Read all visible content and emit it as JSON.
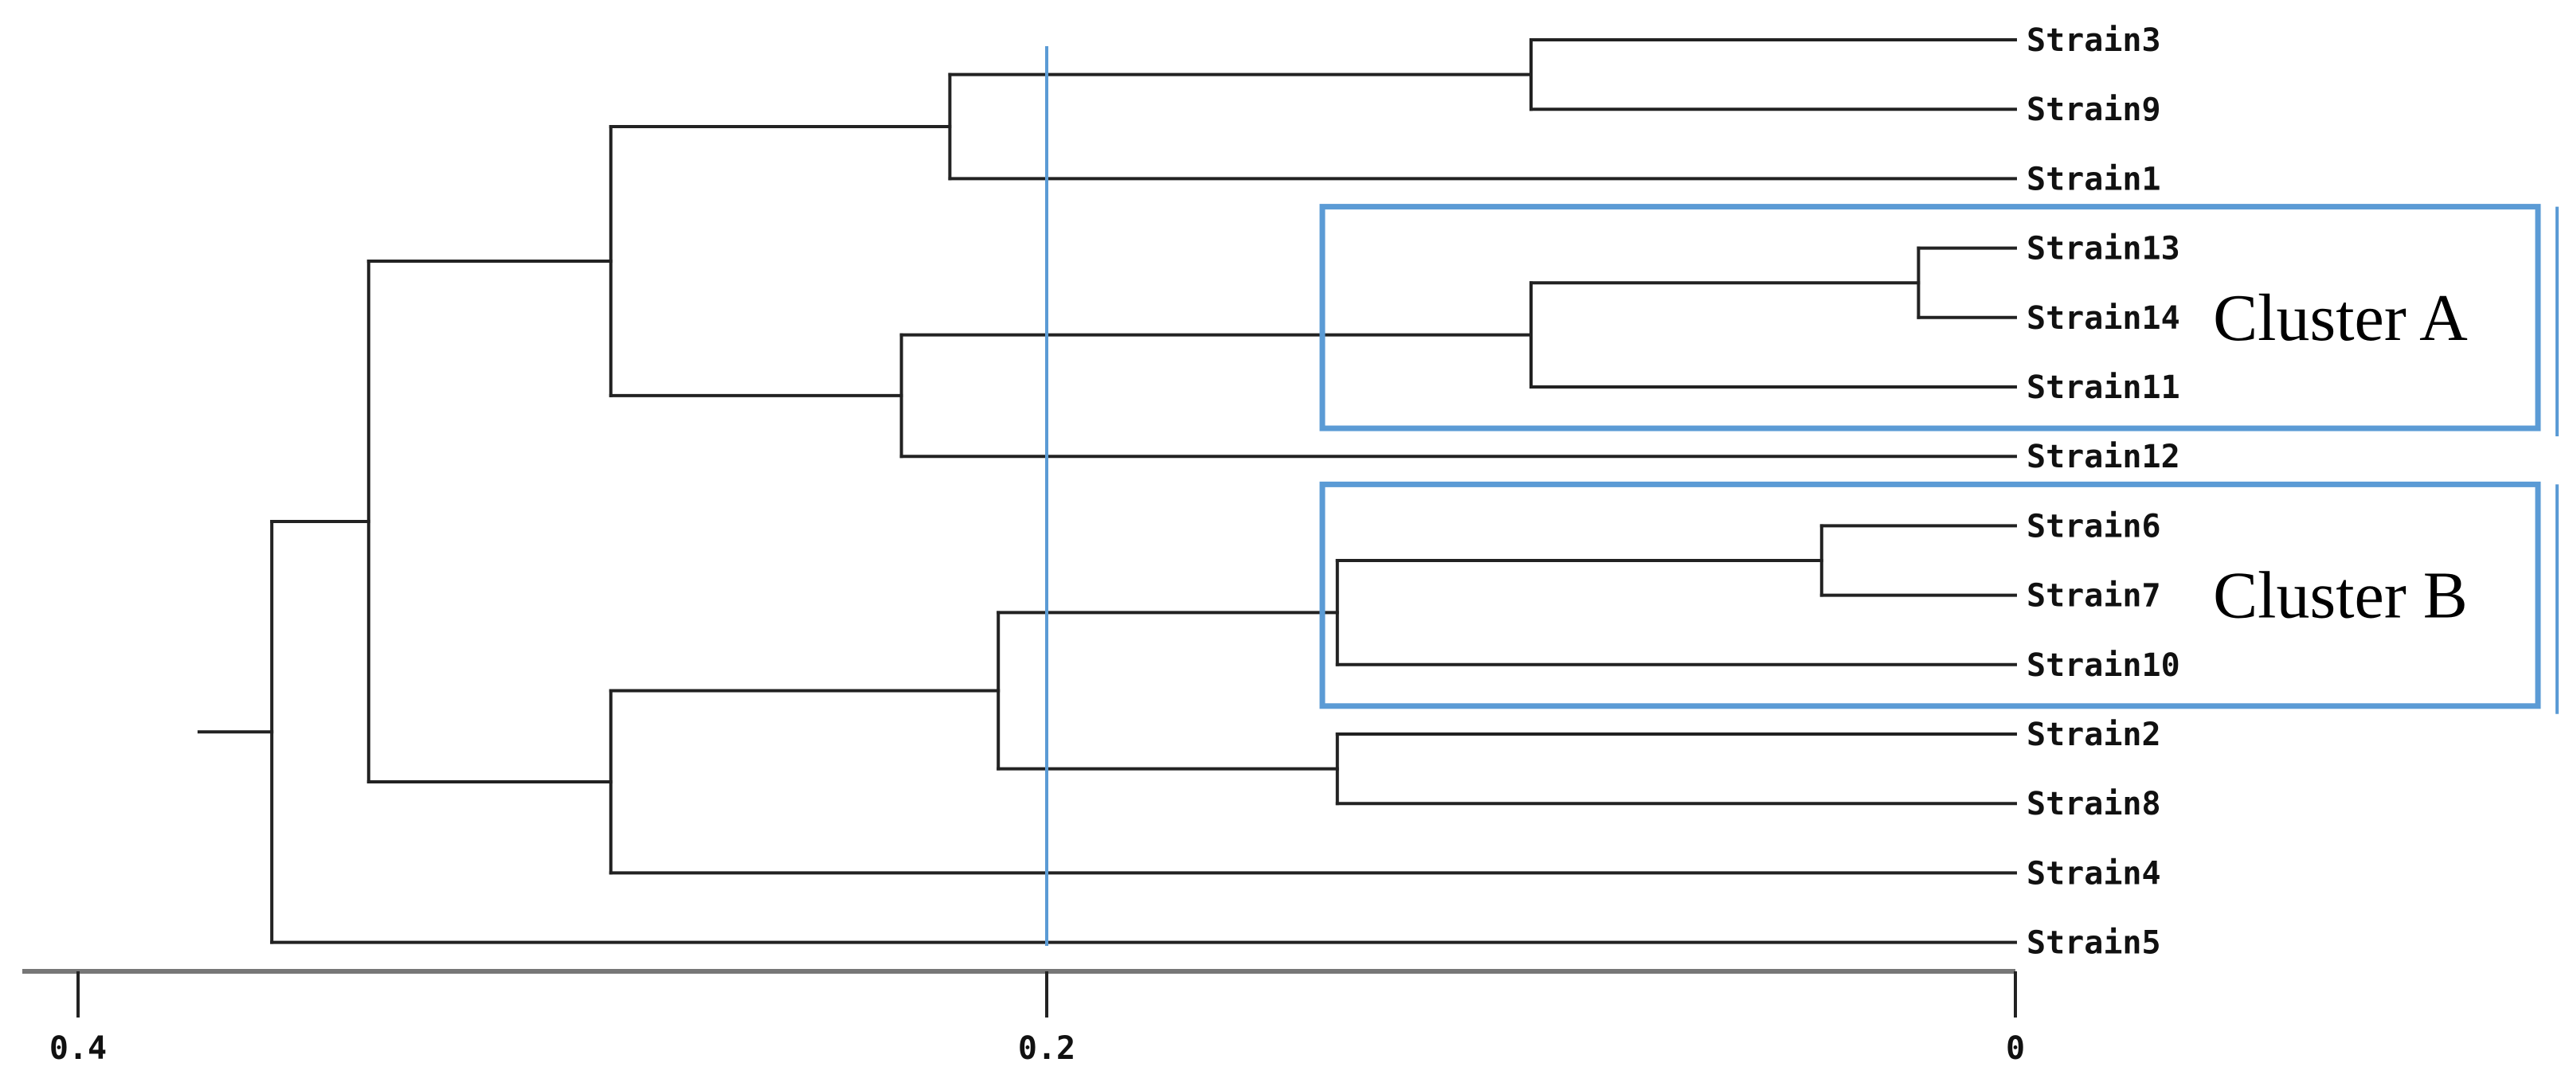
{
  "chart_data": {
    "type": "dendrogram",
    "orientation": "leaves-right",
    "leaves": [
      "Strain3",
      "Strain9",
      "Strain1",
      "Strain13",
      "Strain14",
      "Strain11",
      "Strain12",
      "Strain6",
      "Strain7",
      "Strain10",
      "Strain2",
      "Strain8",
      "Strain4",
      "Strain5"
    ],
    "merges": [
      {
        "id": "n_13_14",
        "children": [
          "Strain13",
          "Strain14"
        ],
        "height": 0.02
      },
      {
        "id": "n_6_7",
        "children": [
          "Strain6",
          "Strain7"
        ],
        "height": 0.04
      },
      {
        "id": "n_3_9",
        "children": [
          "Strain3",
          "Strain9"
        ],
        "height": 0.1
      },
      {
        "id": "n_13_14_11",
        "children": [
          "n_13_14",
          "Strain11"
        ],
        "height": 0.1
      },
      {
        "id": "n_6_7_10",
        "children": [
          "n_6_7",
          "Strain10"
        ],
        "height": 0.14
      },
      {
        "id": "n_2_8",
        "children": [
          "Strain2",
          "Strain8"
        ],
        "height": 0.14
      },
      {
        "id": "n_A_1",
        "children": [
          "n_3_9",
          "Strain1"
        ],
        "height": 0.22
      },
      {
        "id": "n_A_12",
        "children": [
          "n_13_14_11",
          "Strain12"
        ],
        "height": 0.23
      },
      {
        "id": "n_B_2_8",
        "children": [
          "n_6_7_10",
          "n_2_8"
        ],
        "height": 0.21
      },
      {
        "id": "n_upper",
        "children": [
          "n_A_1",
          "n_A_12"
        ],
        "height": 0.29
      },
      {
        "id": "n_lower",
        "children": [
          "n_B_2_8",
          "Strain4"
        ],
        "height": 0.29
      },
      {
        "id": "n_main",
        "children": [
          "n_upper",
          "n_lower"
        ],
        "height": 0.34
      },
      {
        "id": "n_root",
        "children": [
          "n_main",
          "Strain5"
        ],
        "height": 0.36
      }
    ],
    "root_stub": 0.375,
    "axis": {
      "ticks": [
        0.4,
        0.2,
        0
      ],
      "tick_labels": [
        "0.4",
        "0.2",
        "0"
      ],
      "range": [
        0.41,
        0
      ]
    },
    "cut_line": 0.2,
    "clusters": [
      {
        "label": "Cluster A",
        "members": [
          "Strain13",
          "Strain14",
          "Strain11"
        ]
      },
      {
        "label": "Cluster B",
        "members": [
          "Strain6",
          "Strain7",
          "Strain10"
        ]
      }
    ]
  },
  "colors": {
    "branch": "#222222",
    "axis": "#777777",
    "highlight": "#5b9bd5",
    "text": "#111111"
  }
}
